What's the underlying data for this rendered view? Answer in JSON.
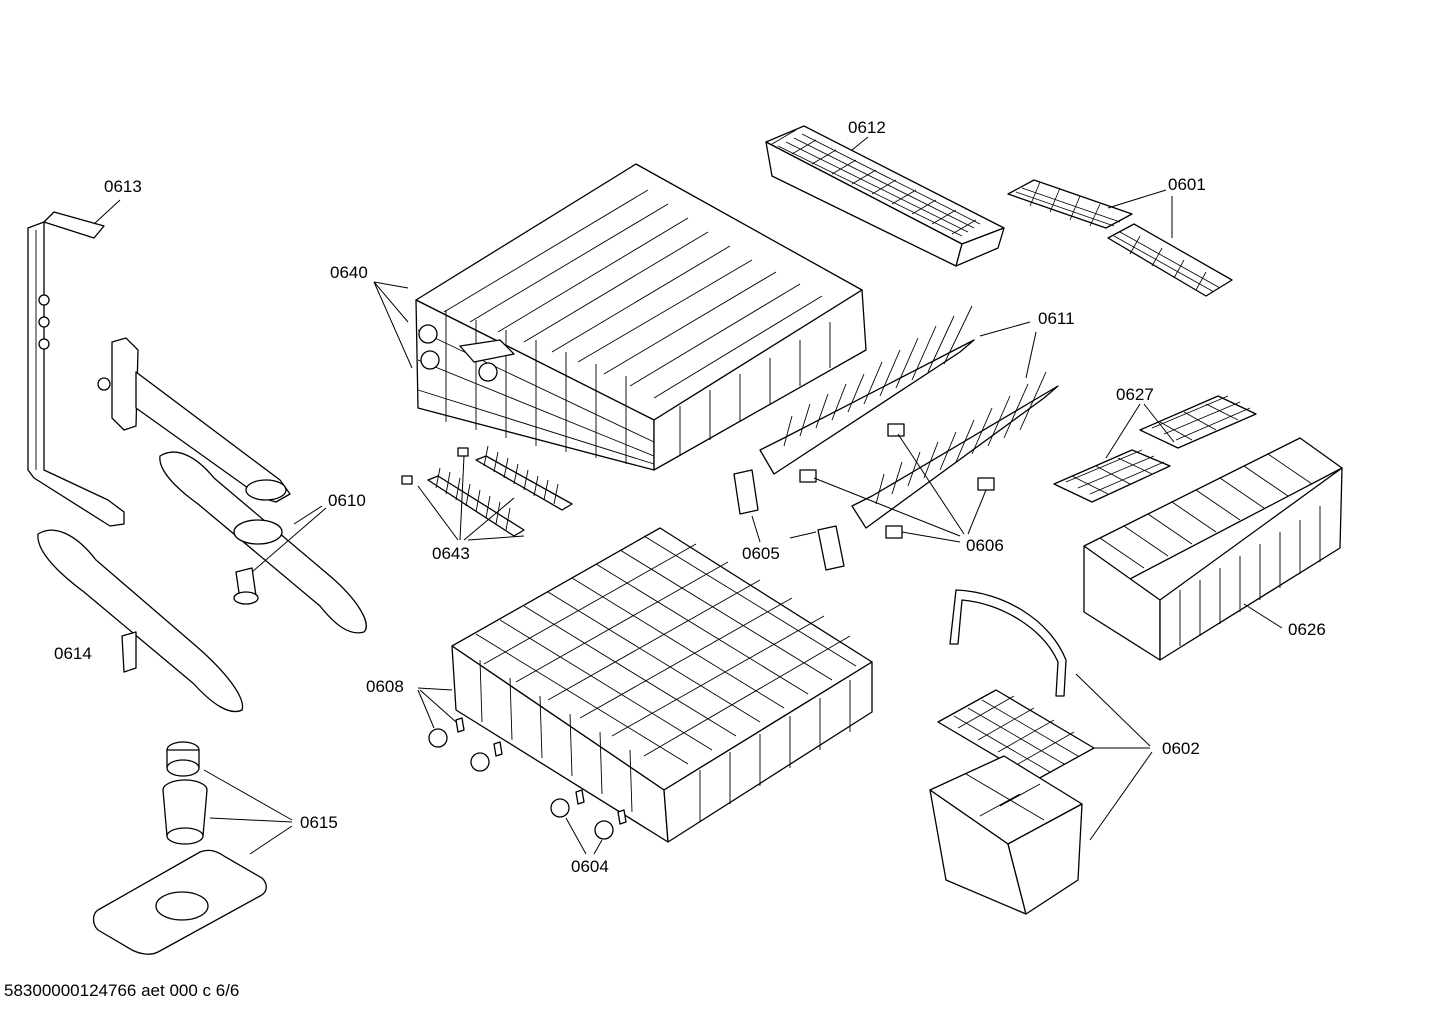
{
  "parts": [
    {
      "key": "p0612",
      "label": "0612"
    },
    {
      "key": "p0613",
      "label": "0613"
    },
    {
      "key": "p0601",
      "label": "0601"
    },
    {
      "key": "p0640",
      "label": "0640"
    },
    {
      "key": "p0611",
      "label": "0611"
    },
    {
      "key": "p0627",
      "label": "0627"
    },
    {
      "key": "p0610",
      "label": "0610"
    },
    {
      "key": "p0643",
      "label": "0643"
    },
    {
      "key": "p0605",
      "label": "0605"
    },
    {
      "key": "p0606",
      "label": "0606"
    },
    {
      "key": "p0626",
      "label": "0626"
    },
    {
      "key": "p0614",
      "label": "0614"
    },
    {
      "key": "p0608",
      "label": "0608"
    },
    {
      "key": "p0602",
      "label": "0602"
    },
    {
      "key": "p0615",
      "label": "0615"
    },
    {
      "key": "p0604",
      "label": "0604"
    }
  ],
  "footer": {
    "document_id": "58300000124766 aet 000 c 6/6"
  }
}
